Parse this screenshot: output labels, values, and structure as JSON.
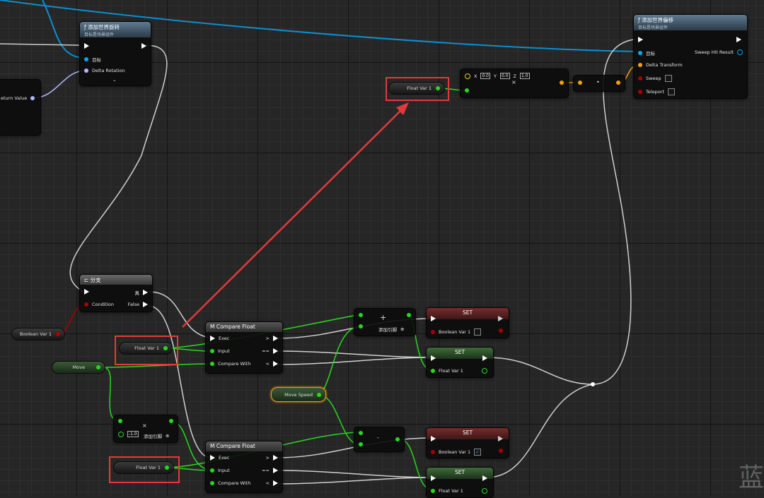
{
  "nodes": {
    "add_rotation": {
      "title": "添加世界旋转",
      "subtitle": "目标是场景组件",
      "pin_target": "目标",
      "pin_delta": "Delta Rotation",
      "expand": "⌄"
    },
    "return_value": {
      "label": "eturn Value"
    },
    "add_offset": {
      "title": "添加世界偏移",
      "subtitle": "目标是场景组件",
      "pin_target": "目标",
      "pin_delta": "Delta Transform",
      "pin_sweep": "Sweep",
      "pin_teleport": "Teleport",
      "out_hit": "Sweep Hit Result"
    },
    "float_var_top": {
      "label": "Float Var 1"
    },
    "make_vector": {
      "x_label": "X",
      "x_val": "0.0",
      "y_label": "Y",
      "y_val": "0.0",
      "z_label": "Z",
      "z_val": "1.0",
      "op": "×"
    },
    "make_transform": {
      "op": "•"
    },
    "branch": {
      "title": "分支",
      "pin_condition": "Condition",
      "out_true": "真",
      "out_false": "False"
    },
    "boolean_var": {
      "label": "Boolean Var 1"
    },
    "float_var_mid": {
      "label": "Float Var 1"
    },
    "move_var": {
      "label": "Move"
    },
    "compare_top": {
      "title": "Compare Float",
      "in_exec": "Exec",
      "in_input": "Input",
      "in_compare": "Compare With",
      "out_gt": ">",
      "out_eq": "==",
      "out_lt": "<"
    },
    "add_node_top": {
      "op": "+",
      "add_pin": "添加引脚"
    },
    "set_bool_top": {
      "title": "SET",
      "var": "Boolean Var 1"
    },
    "set_float_top": {
      "title": "SET",
      "var": "Float Var 1"
    },
    "move_speed": {
      "label": "Move Speed"
    },
    "multiply_node": {
      "value": "-1.0",
      "op": "×",
      "add_pin": "添加引脚"
    },
    "float_var_bot": {
      "label": "Float Var 1"
    },
    "compare_bot": {
      "title": "Compare Float",
      "in_exec": "Exec",
      "in_input": "Input",
      "in_compare": "Compare With",
      "out_gt": ">",
      "out_eq": "==",
      "out_lt": "<"
    },
    "sub_node": {
      "op": "-"
    },
    "set_bool_bot": {
      "title": "SET",
      "var": "Boolean Var 1",
      "checked": "✓"
    },
    "set_float_bot": {
      "title": "SET",
      "var": "Float Var 1"
    }
  },
  "watermark": "蓝",
  "colors": {
    "exec": "#ffffff",
    "float": "#28d81e",
    "object": "#00a8f0",
    "transform": "#f8a000",
    "bool": "#aa0000",
    "highlight": "#e23a3a"
  }
}
